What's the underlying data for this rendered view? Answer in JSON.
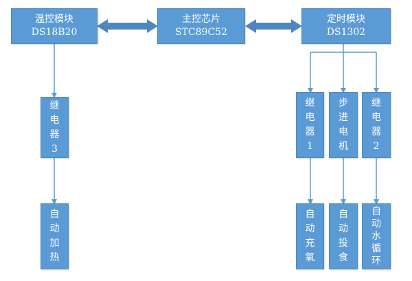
{
  "modules": {
    "temp": {
      "name": "温控模块",
      "chip": "DS18B20"
    },
    "main": {
      "name": "主控芯片",
      "chip": "STC89C52"
    },
    "timer": {
      "name": "定时模块",
      "chip": "DS1302"
    }
  },
  "relays": {
    "relay3": "继电器3",
    "relay1": "继电器1",
    "stepper": "步进电机",
    "relay2": "继电器2"
  },
  "actions": {
    "heat": "自动加热",
    "oxygen": "自动充氧",
    "feed": "自动投食",
    "water": "自动水循环"
  },
  "colors": {
    "box": "#5b9bd5",
    "arrow": "#5b9bd5",
    "text": "#ffffff"
  }
}
